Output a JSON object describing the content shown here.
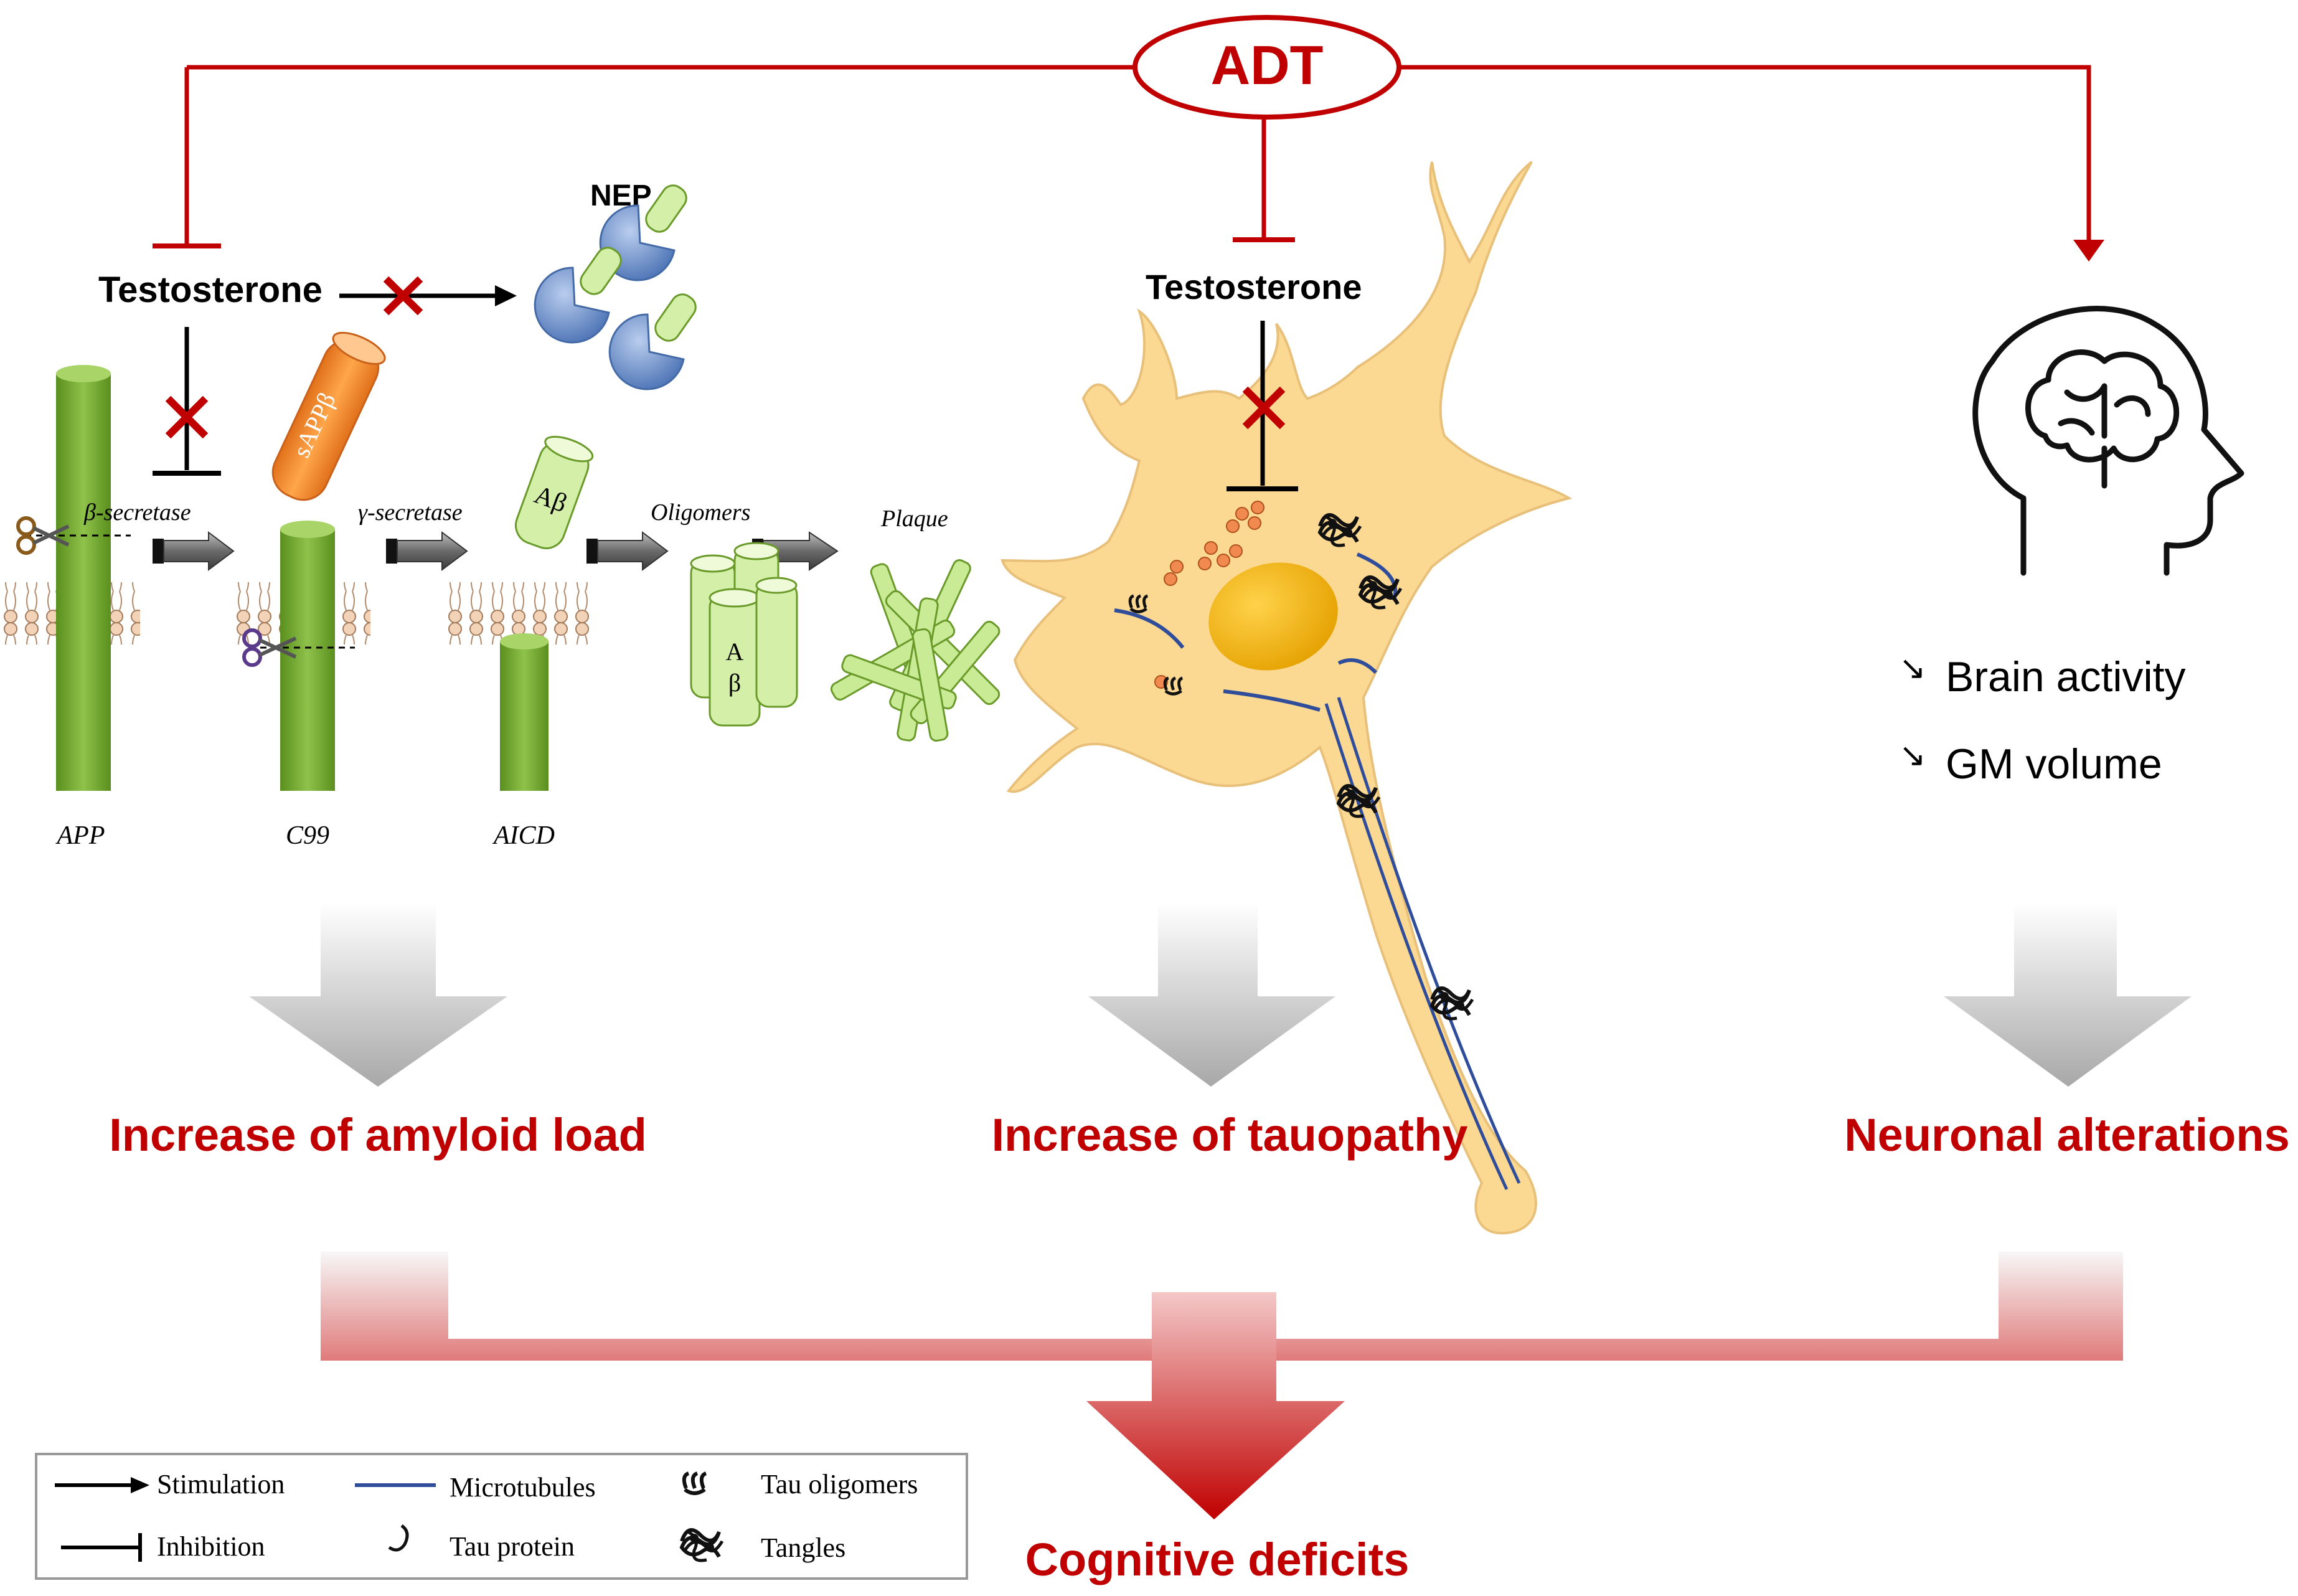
{
  "top": {
    "adt": "ADT"
  },
  "amyloid": {
    "testosterone": "Testosterone",
    "nep": "NEP",
    "sappb": "sAPPβ",
    "beta_secretase": "β-secretase",
    "gamma_secretase": "γ-secretase",
    "abeta": "Aβ",
    "abeta_a": "A",
    "abeta_b": "β",
    "oligomers": "Oligomers",
    "plaque": "Plaque",
    "app": "APP",
    "c99": "C99",
    "aicd": "AICD",
    "outcome": "Increase of amyloid load"
  },
  "tau": {
    "testosterone": "Testosterone",
    "outcome": "Increase of tauopathy"
  },
  "neuronal": {
    "brain_activity": "Brain activity",
    "gm_volume": "GM volume",
    "decrease_symbol": "↘",
    "outcome": "Neuronal alterations"
  },
  "final": {
    "label": "Cognitive deficits"
  },
  "legend": {
    "stimulation": "Stimulation",
    "inhibition": "Inhibition",
    "microtubules": "Microtubules",
    "tau_protein": "Tau protein",
    "tau_oligomers": "Tau oligomers",
    "tangles": "Tangles"
  },
  "colors": {
    "accent_red": "#c00000",
    "membrane_green": "#77a82f",
    "abeta_green": "#d4f0a8",
    "neuron_fill": "#fbd78c",
    "nucleus": "#f0b400",
    "nep_blue": "#5f87c8",
    "microtubule_blue": "#2f4d9a",
    "sapp_orange": "#f08a24"
  },
  "icons": [
    "scissors-icon",
    "brain-head-icon",
    "neuron-illustration",
    "tau-oligomer-icon",
    "tangle-icon"
  ]
}
